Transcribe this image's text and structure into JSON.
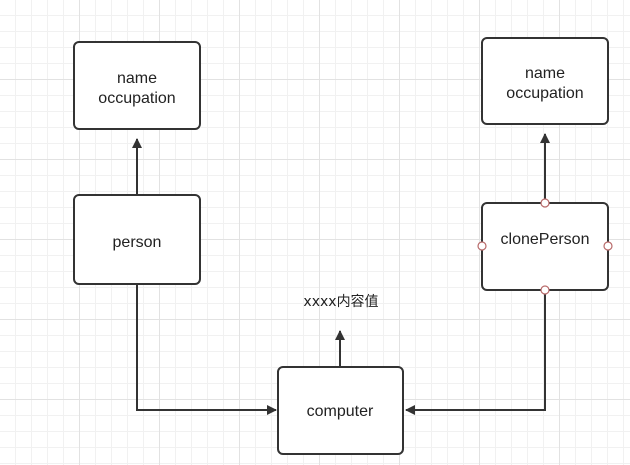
{
  "nodes": {
    "person_fields": [
      "name",
      "occupation"
    ],
    "person": "person",
    "clone_fields": [
      "name",
      "occupation"
    ],
    "clone_person": "clonePerson",
    "computer": "computer"
  },
  "labels": {
    "computer_value": "xxxx内容值"
  },
  "colors": {
    "stroke": "#333333",
    "text": "#222222",
    "handle": "#b86a6a"
  }
}
